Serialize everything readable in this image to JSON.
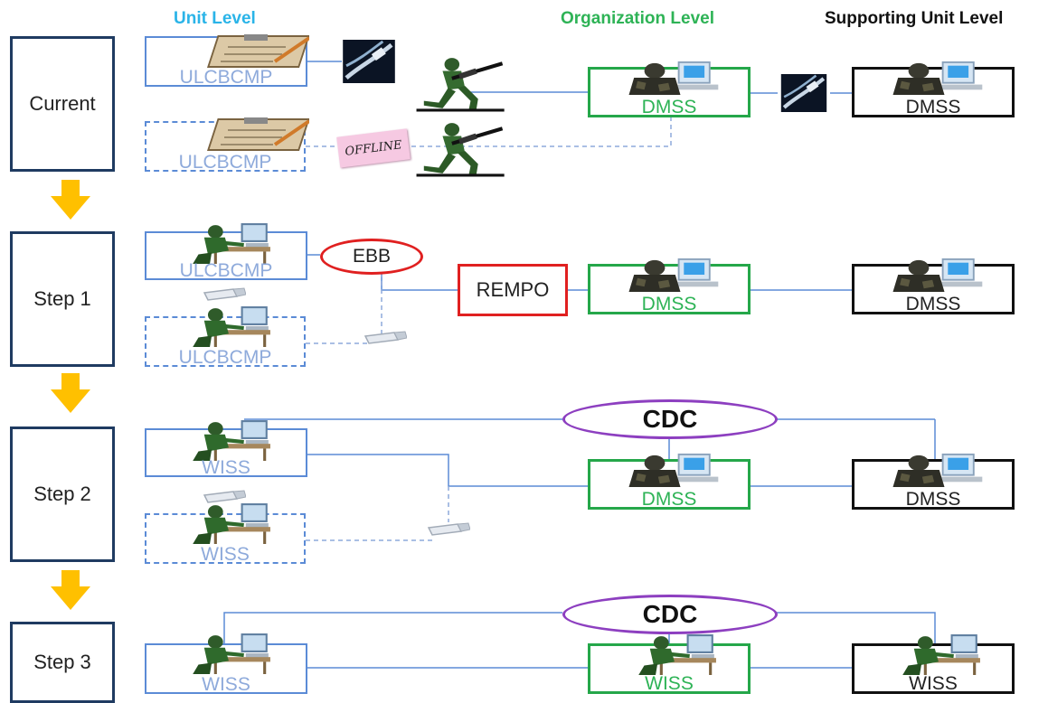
{
  "headers": {
    "unit_level": "Unit Level",
    "organization_level": "Organization Level",
    "supporting_unit_level": "Supporting Unit Level"
  },
  "colors": {
    "unit_header": "#2ab4e8",
    "org_header": "#2eb356",
    "support_header": "#111111",
    "arrow": "#ffc000"
  },
  "steps": [
    "Current",
    "Step 1",
    "Step 2",
    "Step 3"
  ],
  "current": {
    "unit_online": "ULCBCMP",
    "unit_offline": "ULCBCMP",
    "offline_note": "OFFLINE",
    "org": "DMSS",
    "support": "DMSS"
  },
  "step1": {
    "unit_online": "ULCBCMP",
    "unit_offline": "ULCBCMP",
    "ebb": "EBB",
    "rempo": "REMPO",
    "org": "DMSS",
    "support": "DMSS"
  },
  "step2": {
    "unit_online": "WISS",
    "unit_offline": "WISS",
    "cdc": "CDC",
    "org": "DMSS",
    "support": "DMSS"
  },
  "step3": {
    "unit": "WISS",
    "cdc": "CDC",
    "org": "WISS",
    "support": "WISS"
  },
  "icons": {
    "clipboard": "clipboard-icon",
    "network_cable": "network-cable-icon",
    "soldier": "running-soldier-icon",
    "workstation": "soldier-workstation-icon",
    "usb": "usb-drive-icon",
    "step_arrow": "down-arrow-icon"
  }
}
